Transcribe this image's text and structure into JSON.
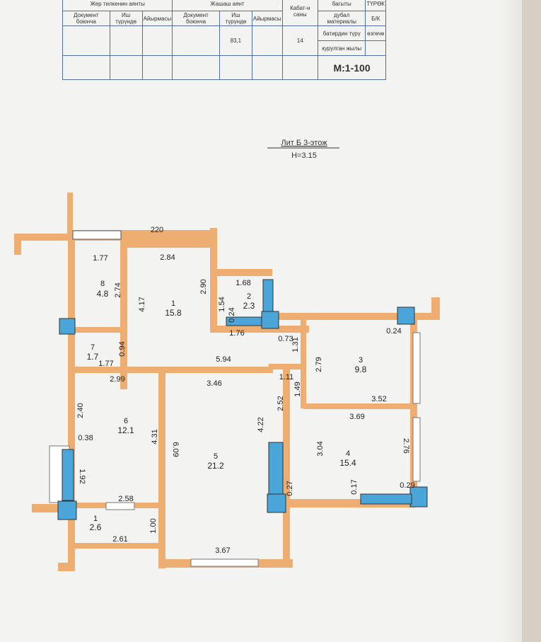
{
  "table": {
    "header_row": [
      "Жер тилкенин аянты",
      "Жашаш аянт",
      "багыты",
      "ТҮРӨК"
    ],
    "doc_label": "Документ боюнча",
    "actual_label": "Иш түрүндө",
    "diff_label": "Айырмасы",
    "floors_label": "Кабат-н саны",
    "wall_label": "дубал материалы",
    "wall_value": "Б/К",
    "repair_label": "батирдин түрү",
    "repair_value": "өзгөчө",
    "year_label": "курулган жылы",
    "living_actual": "83,1",
    "floors_value": "14",
    "scale": "М:1-100"
  },
  "plan": {
    "title": "Лит Б 3-этож",
    "height": "Н=3.15",
    "rooms": [
      {
        "num": "8",
        "area": "4.8"
      },
      {
        "num": "1",
        "area": "15.8"
      },
      {
        "num": "2",
        "area": "2.3"
      },
      {
        "num": "3",
        "area": "9.8"
      },
      {
        "num": "7",
        "area": "1.7"
      },
      {
        "num": "6",
        "area": "12.1"
      },
      {
        "num": "5",
        "area": "21.2"
      },
      {
        "num": "4",
        "area": "15.4"
      },
      {
        "num": "1",
        "area": "2.6"
      }
    ],
    "dims": [
      "220",
      "1.77",
      "2.84",
      "2.74",
      "4.17",
      "2.90",
      "1.68",
      "1.54",
      "0.24",
      "1.76",
      "0.73",
      "1.31",
      "0.24",
      "2.79",
      "0.94",
      "1.77",
      "5.94",
      "1.11",
      "2.99",
      "3.46",
      "2.52",
      "1.49",
      "3.52",
      "3.69",
      "2.40",
      "0.38",
      "4.31",
      "6.09",
      "4.22",
      "3.04",
      "2.76",
      "1.92",
      "0.27",
      "0.17",
      "0.29",
      "2.58",
      "1.00",
      "2.61",
      "3.67"
    ]
  },
  "colors": {
    "wall": "#eeae72",
    "window": "#4aa6d8",
    "table_lines": "#5470a0"
  }
}
